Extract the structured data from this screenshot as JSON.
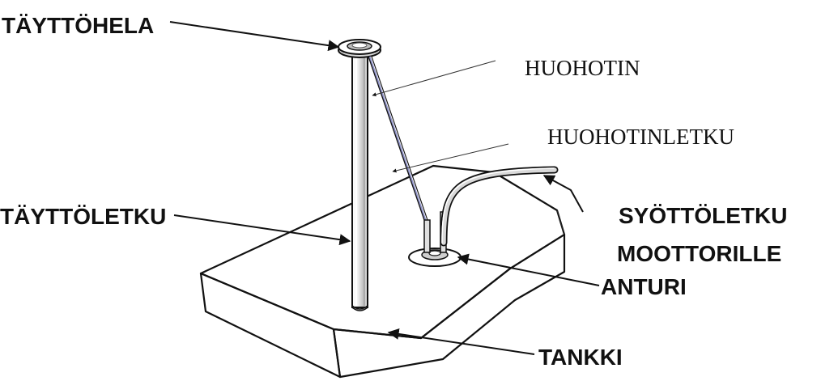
{
  "labels": {
    "tayttohela": "TÄYTTÖHELA",
    "huohotin": "HUOHOTIN",
    "huohotinletku": "HUOHOTINLETKU",
    "tayttoletku": "TÄYTTÖLETKU",
    "syottoletku": "SYÖTTÖLETKU",
    "moottorille": "MOOTTORILLE",
    "anturi": "ANTURI",
    "tankki": "TANKKI"
  },
  "colors": {
    "line": "#111111",
    "breather_hose": "#5a5fa8"
  }
}
